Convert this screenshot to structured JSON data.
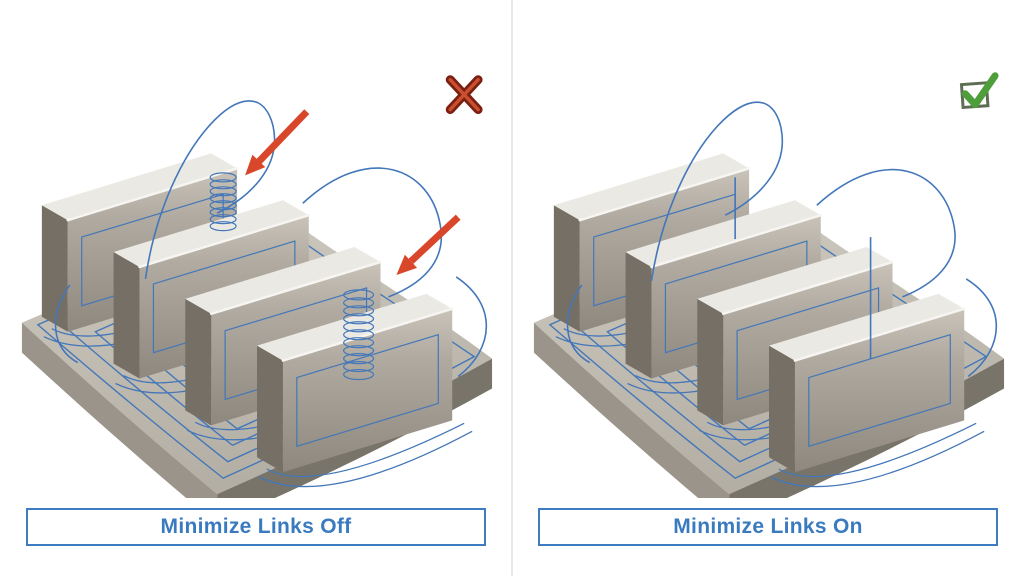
{
  "panels": [
    {
      "id": "links-off",
      "label": "Minimize Links Off",
      "status": "incorrect",
      "status_icon": "x-mark-icon",
      "annotation_arrows": 2,
      "helical_link_coils": 2
    },
    {
      "id": "links-on",
      "label": "Minimize Links On",
      "status": "correct",
      "status_icon": "check-mark-icon",
      "annotation_arrows": 0,
      "helical_link_coils": 0
    }
  ],
  "colors": {
    "toolpath_blue": "#4377b9",
    "caption_blue": "#3a7abf",
    "caption_border_blue": "#3d7cc0",
    "arrow_red": "#d9472b",
    "x_mark_dark_red": "#7a1f12",
    "x_mark_light_red": "#c8502f",
    "check_green": "#4f9e3c",
    "part_gray": "#a8a298",
    "background": "#ffffff"
  }
}
